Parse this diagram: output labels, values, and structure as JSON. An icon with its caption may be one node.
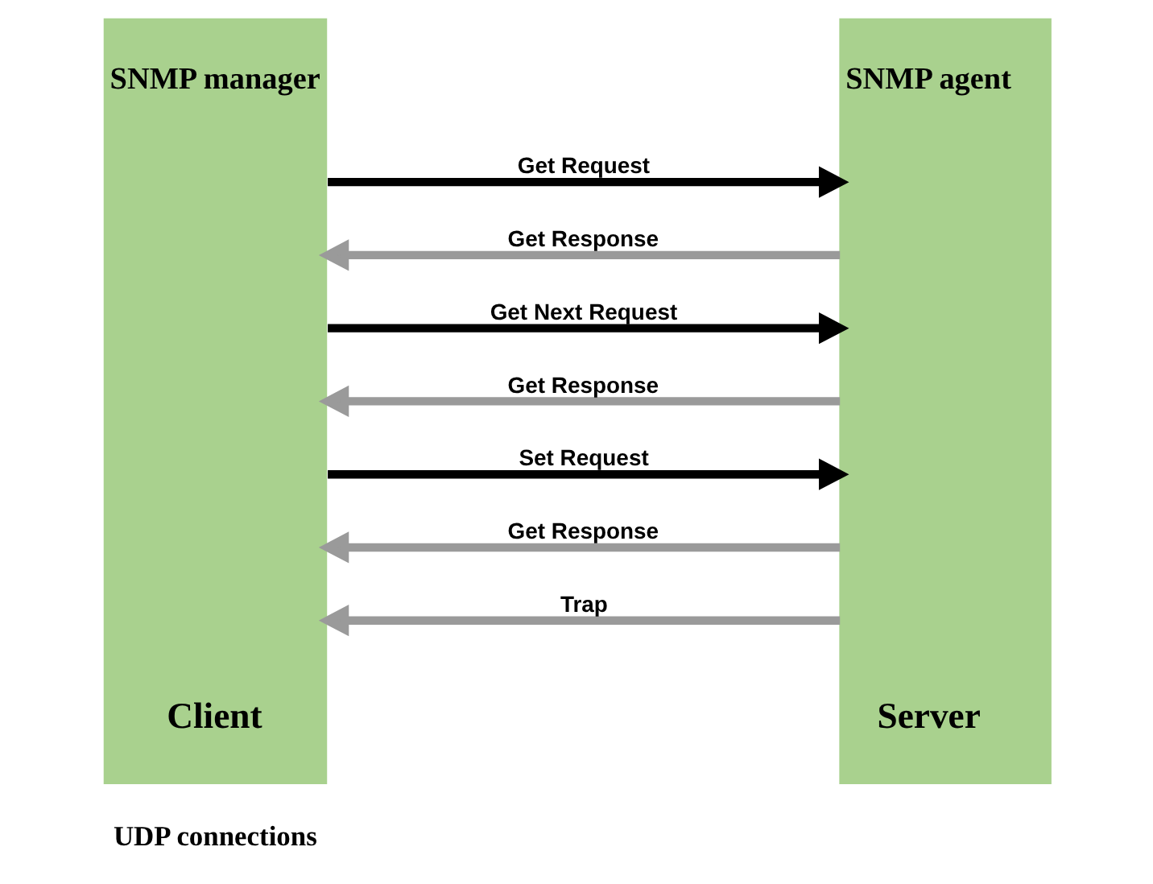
{
  "diagram": {
    "nodes": [
      {
        "text": [
          "SNMP manager",
          "Client"
        ]
      },
      {
        "text": [
          "SNMP agent",
          "Server"
        ]
      }
    ],
    "edges": [
      {
        "from": 0,
        "to": 1,
        "arrow": "to",
        "label": "Get Request",
        "color": "#000000"
      },
      {
        "from": 1,
        "to": 0,
        "arrow": "to",
        "label": "Get Response"
      },
      {
        "from": 0,
        "to": 1,
        "arrow": "to",
        "label": "Get Next Request",
        "color": "#000000"
      },
      {
        "from": 1,
        "to": 0,
        "arrow": "to",
        "label": "Get Response"
      },
      {
        "from": 0,
        "to": 1,
        "arrow": "to",
        "label": "Set Request",
        "color": "#000000"
      },
      {
        "from": 1,
        "to": 0,
        "arrow": "to",
        "label": "Get Response"
      },
      {
        "from": 1,
        "to": 0,
        "arrow": "to",
        "label": "Trap"
      }
    ],
    "labels": [
      "UDP connections"
    ]
  }
}
